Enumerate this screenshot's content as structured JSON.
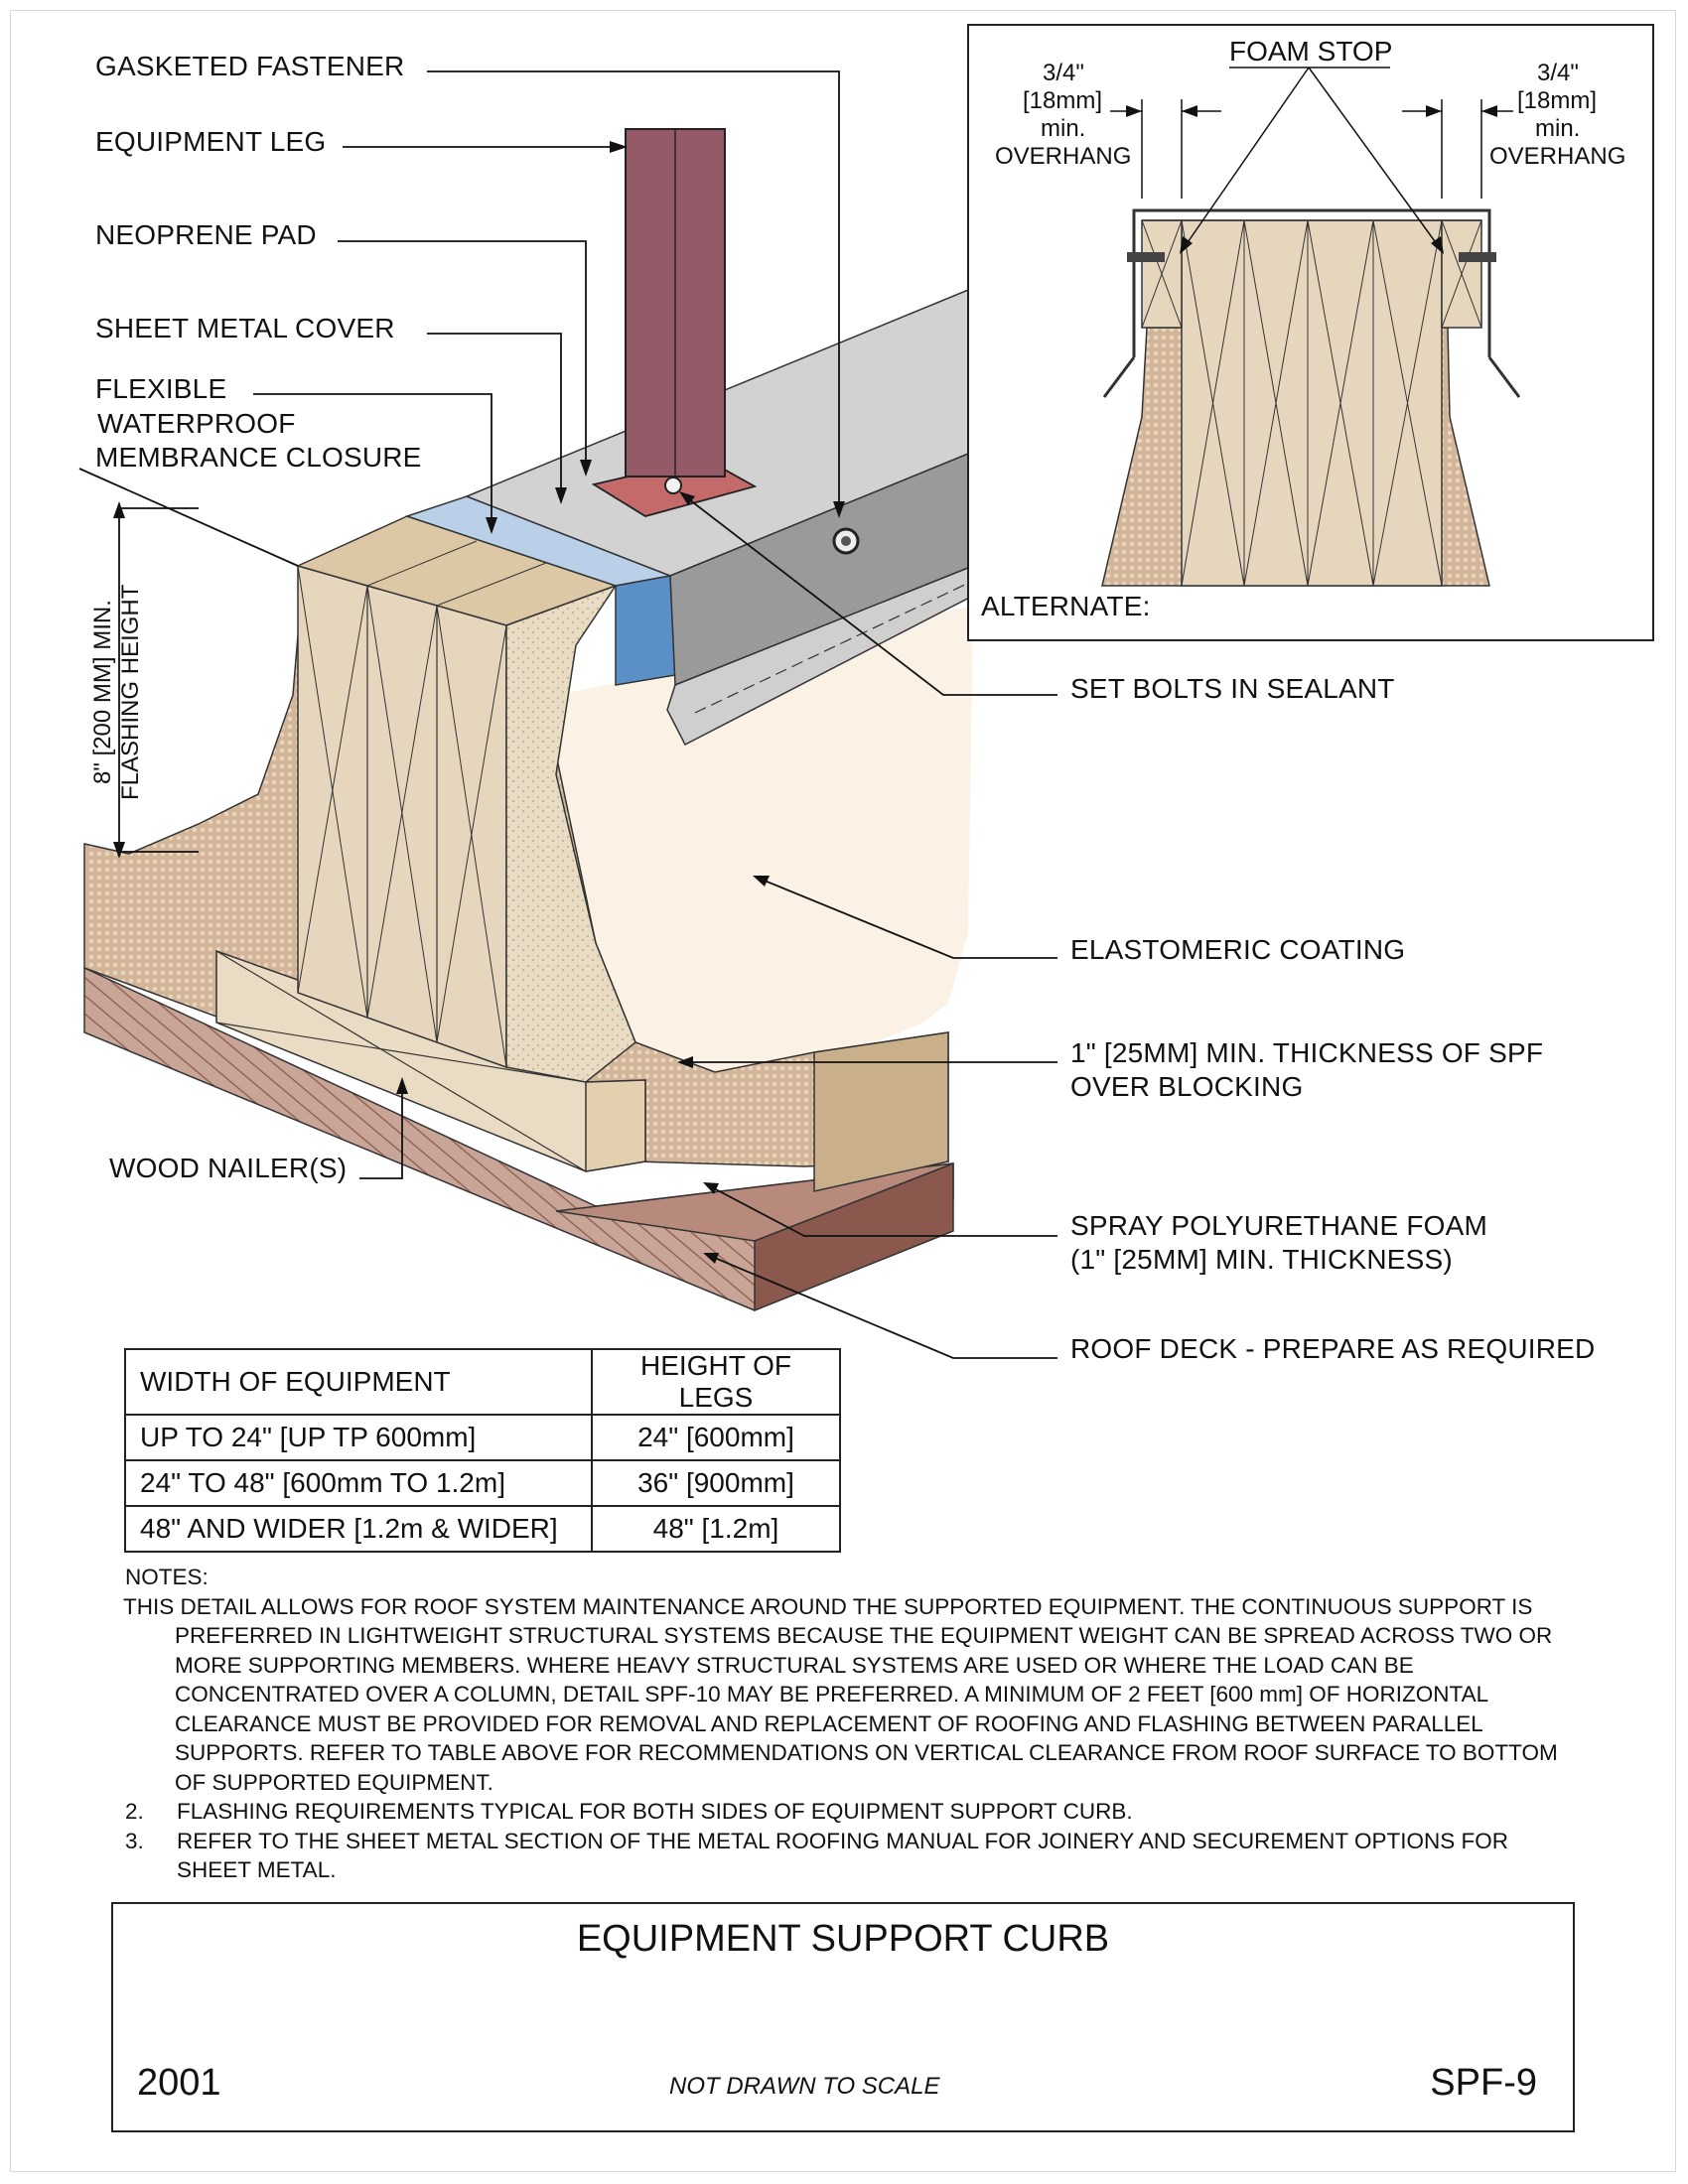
{
  "labels": {
    "gasketed_fastener": "GASKETED FASTENER",
    "equipment_leg": "EQUIPMENT LEG",
    "neoprene_pad": "NEOPRENE PAD",
    "sheet_metal_cover": "SHEET METAL COVER",
    "flexible_line1": "FLEXIBLE",
    "flexible_line2": "WATERPROOF",
    "flexible_line3": "MEMBRANCE CLOSURE",
    "flashing_height_line1": "8\" [200 MM] MIN.",
    "flashing_height_line2": "FLASHING HEIGHT",
    "set_bolts": "SET BOLTS IN SEALANT",
    "elastomeric": "ELASTOMERIC COATING",
    "spf_blocking_line1": "1\" [25MM] MIN. THICKNESS OF SPF",
    "spf_blocking_line2": "OVER BLOCKING",
    "spf_line1": "SPRAY POLYURETHANE FOAM",
    "spf_line2": "(1\" [25MM] MIN. THICKNESS)",
    "roof_deck": "ROOF DECK - PREPARE AS REQUIRED",
    "wood_nailers": "WOOD NAILER(S)"
  },
  "inset": {
    "foam_stop": "FOAM STOP",
    "left_dim_1": "3/4\"",
    "left_dim_2": "[18mm]",
    "left_dim_3": "min.",
    "left_dim_4": "OVERHANG",
    "right_dim_1": "3/4\"",
    "right_dim_2": "[18mm]",
    "right_dim_3": "min.",
    "right_dim_4": "OVERHANG",
    "alternate": "ALTERNATE:"
  },
  "table": {
    "headers": [
      "WIDTH OF EQUIPMENT",
      "HEIGHT OF LEGS"
    ],
    "rows": [
      [
        "UP TO 24\" [UP TP 600mm]",
        "24\" [600mm]"
      ],
      [
        "24\" TO 48\" [600mm TO 1.2m]",
        "36\" [900mm]"
      ],
      [
        "48\" AND WIDER [1.2m & WIDER]",
        "48\" [1.2m]"
      ]
    ]
  },
  "notes": {
    "heading": "NOTES:",
    "note1": "THIS DETAIL ALLOWS FOR ROOF SYSTEM MAINTENANCE AROUND THE SUPPORTED EQUIPMENT. THE CONTINUOUS SUPPORT IS PREFERRED IN LIGHTWEIGHT STRUCTURAL SYSTEMS BECAUSE THE EQUIPMENT WEIGHT CAN BE SPREAD ACROSS TWO OR MORE SUPPORTING MEMBERS. WHERE HEAVY STRUCTURAL SYSTEMS ARE USED OR WHERE THE LOAD CAN BE CONCENTRATED OVER A COLUMN, DETAIL SPF-10 MAY BE PREFERRED. A MINIMUM OF 2 FEET [600 mm] OF HORIZONTAL CLEARANCE MUST BE PROVIDED FOR REMOVAL AND REPLACEMENT OF ROOFING AND FLASHING BETWEEN PARALLEL SUPPORTS. REFER TO TABLE ABOVE FOR RECOMMENDATIONS ON VERTICAL CLEARANCE FROM ROOF SURFACE TO BOTTOM OF SUPPORTED EQUIPMENT.",
    "note2_num": "2.",
    "note2": "FLASHING REQUIREMENTS TYPICAL FOR BOTH SIDES OF EQUIPMENT SUPPORT CURB.",
    "note3_num": "3.",
    "note3": "REFER TO THE SHEET METAL SECTION OF THE METAL ROOFING MANUAL FOR JOINERY AND SECUREMENT OPTIONS FOR SHEET METAL."
  },
  "title_block": {
    "title": "EQUIPMENT SUPPORT CURB",
    "year": "2001",
    "scale_note": "NOT DRAWN TO SCALE",
    "detail_number": "SPF-9"
  },
  "colors": {
    "equipment_leg": "#955a68",
    "base_plate": "#c46a6a",
    "sheet_metal_top": "#d2d2d2",
    "sheet_metal_side": "#9a9a9a",
    "membrane_top": "#b9d0e8",
    "membrane_side": "#5b8fc7",
    "wood": "#e6d6bd",
    "foam": "#d3b69a",
    "foam_light": "#e8dcc5",
    "coating": "#fbf1e4",
    "deck": "#9a6a5f",
    "deck_side": "#8a584c"
  }
}
